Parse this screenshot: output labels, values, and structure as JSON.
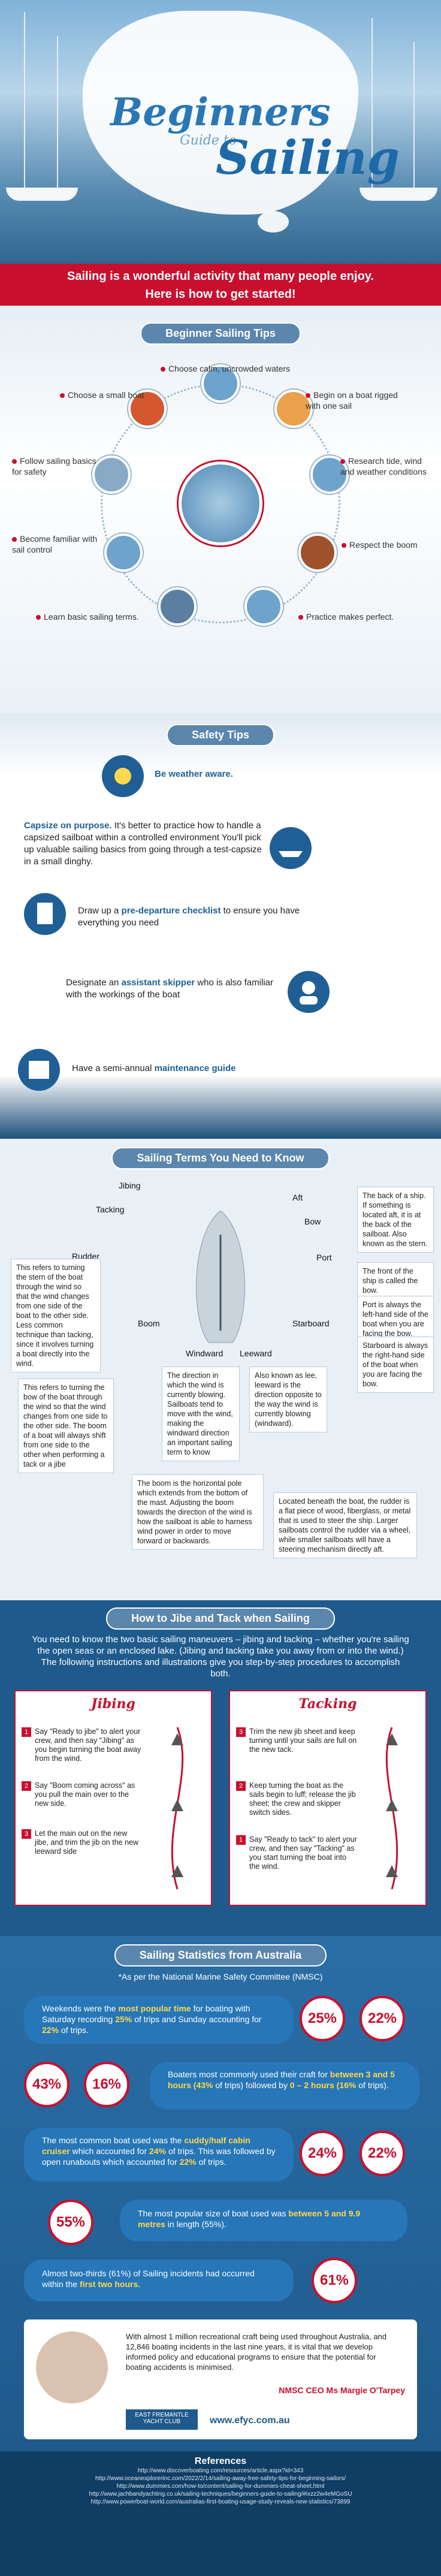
{
  "hero": {
    "title_main": "Beginners",
    "title_small": "Guide to",
    "title_big": "Sailing"
  },
  "intro": {
    "line1": "Sailing is a wonderful activity that many people enjoy.",
    "line2": "Here is how to get started!"
  },
  "beginner_tips": {
    "heading": "Beginner Sailing Tips",
    "items": [
      "Choose calm, uncrowded waters",
      "Begin on a boat rigged with one sail",
      "Research tide, wind and weather conditions",
      "Respect the boom",
      "Practice makes perfect.",
      "Learn basic sailing terms.",
      "Become familiar with sail control",
      "Follow sailing basics for safety",
      "Choose a small boat"
    ]
  },
  "safety_tips": {
    "heading": "Safety Tips",
    "weather": "Be weather aware.",
    "capsize_lead": "Capsize on purpose.",
    "capsize_text": " It's better to practice how to handle a capsized sailboat within a controlled environment You'll pick up valuable sailing basics from going through a test-capsize in a small dinghy.",
    "checklist_a": "Draw up a ",
    "checklist_hi": "pre-departure checklist",
    "checklist_b": " to ensure you have everything you need",
    "skipper_a": "Designate an ",
    "skipper_hi": "assistant skipper",
    "skipper_b": " who is also familiar with the workings of the boat",
    "guide_a": "Have a semi-annual ",
    "guide_hi": "maintenance guide"
  },
  "terms": {
    "heading": "Sailing Terms You Need to Know",
    "labels": {
      "jibing": "Jibing",
      "aft": "Aft",
      "tacking": "Tacking",
      "bow": "Bow",
      "port": "Port",
      "rudder": "Rudder",
      "starboard": "Starboard",
      "boom": "Boom",
      "windward": "Windward",
      "leeward": "Leeward"
    },
    "tacking_def": "This refers to turning the stern of the boat through the wind so that the wind changes from one side of the boat to the other side. Less common technique than tacking, since it involves turning a boat directly into the wind.",
    "jibing_def": "This refers to turning the bow of the boat through the wind so that the wind changes from one side to the other side. The boom of a boat will always shift from one side to the other when performing a tack or a jibe",
    "aft_def": "The back of a ship. If something is located aft, it is at the back of the sailboat. Also known as the stern.",
    "bow_def": "The front of the ship is called the bow.",
    "port_def": "Port is always the left-hand side of the boat when you are facing the bow.",
    "starboard_def": "Starboard is always the right-hand side of the boat when you are facing the bow.",
    "windward_def": "The direction in which the wind is currently blowing. Sailboats tend to move with the wind, making the windward direction an important sailing term to know",
    "leeward_def": "Also known as lee, leeward is the direction opposite to the way the wind is currently blowing (windward).",
    "boom_def": "The boom is the horizontal pole which extends from the bottom of the mast. Adjusting the boom towards the direction of the wind is how the sailboat is able to harness wind power in order to move forward or backwards.",
    "rudder_def": "Located beneath the boat, the rudder is a flat piece of wood, fiberglass, or metal that is used to steer the ship. Larger sailboats control the rudder via a wheel, while smaller sailboats will have a steering mechanism directly aft."
  },
  "jibe_tack": {
    "heading": "How to Jibe and Tack when Sailing",
    "intro": "You need to know the two basic sailing maneuvers – jibing and tacking – whether you're sailing the open seas or an enclosed lake. (Jibing and tacking take you away from or into the wind.) The following instructions and illustrations give you step-by-step procedures to accomplish both.",
    "jibing_title": "Jibing",
    "tacking_title": "Tacking",
    "jibing_steps": [
      "Say \"Ready to jibe\" to alert your crew, and then say \"Jibing\" as you begin turning the boat away from the wind.",
      "Say \"Boom coming across\" as you pull the main over to the new side.",
      "Let the main out on the new jibe, and trim the jib on the new leeward side"
    ],
    "tacking_steps": [
      "Trim the new jib sheet and keep turning until your sails are full on the new tack.",
      "Keep turning the boat as the sails begin to luff; release the jib sheet; the crew and skipper switch sides.",
      "Say \"Ready to tack\" to alert your crew, and then say \"Tacking\" as you start turning the boat into the wind."
    ],
    "nums": [
      "1",
      "2",
      "3"
    ]
  },
  "stats": {
    "heading": "Sailing Statistics from Australia",
    "source": "*As per the National Marine Safety Committee (NMSC)",
    "s1_a": "Weekends were the ",
    "s1_hi": "most popular time",
    "s1_b": " for boating with Saturday recording ",
    "s1_c": "25%",
    "s1_d": " of trips and Sunday accounting for ",
    "s1_e": "22%",
    "s1_f": " of trips.",
    "s2_a": "Boaters most commonly used their craft for ",
    "s2_hi": "between 3 and 5 hours (43%",
    "s2_b": " of trips) followed by ",
    "s2_c": "0 – 2 hours (16%",
    "s2_d": " of trips).",
    "s3_a": "The most common boat used was the ",
    "s3_hi": "cuddy/half cabin cruiser",
    "s3_b": " which accounted for ",
    "s3_c": "24%",
    "s3_d": " of trips. This was followed by open runabouts which accounted for ",
    "s3_e": "22%",
    "s3_f": " of trips.",
    "s4_a": "The most popular size of boat used was ",
    "s4_hi": "between 5 and 9.9 metres",
    "s4_b": " in length (55%).",
    "s5_a": "Almost two-thirds (61%) of Sailing incidents had occurred within the ",
    "s5_hi": "first two hours.",
    "c25": "25%",
    "c22": "22%",
    "c43": "43%",
    "c16": "16%",
    "c24": "24%",
    "c22b": "22%",
    "c55": "55%",
    "c61": "61%",
    "quote": "With almost 1 million recreational craft being used throughout Australia, and 12,846 boating incidents in the last nine years, it is vital that we develop informed policy and educational programs to ensure that the potential for boating accidents is minimised.",
    "quote_by": "NMSC CEO Ms Margie O'Tarpey",
    "club_line1": "EAST FREMANTLE",
    "club_line2": "YACHT CLUB",
    "site": "www.efyc.com.au"
  },
  "references": {
    "heading": "References",
    "lines": [
      "http://www.discoverboating.com/resources/article.aspx?id=343",
      "http://www.oceanexplorerinc.com/2022/2/14/sailing-away-free-safety-tips-for-beginning-sailors/",
      "http://www.dummies.com/how-to/content/sailing-for-dummies-cheat-sheet.html",
      "http://www.jachbandyachting.co.uk/sailing-techniques/beginners-guide-to-sailing/#ixzz2w4eMGoSU",
      "http://www.powerboat-world.com/australias-first-boating-usage-study-reveals-new-statistics/73899"
    ]
  },
  "colors": {
    "red": "#c8102e",
    "blue": "#1f5a8c",
    "accent": "#2a77b5",
    "yellow": "#ffd84d"
  }
}
